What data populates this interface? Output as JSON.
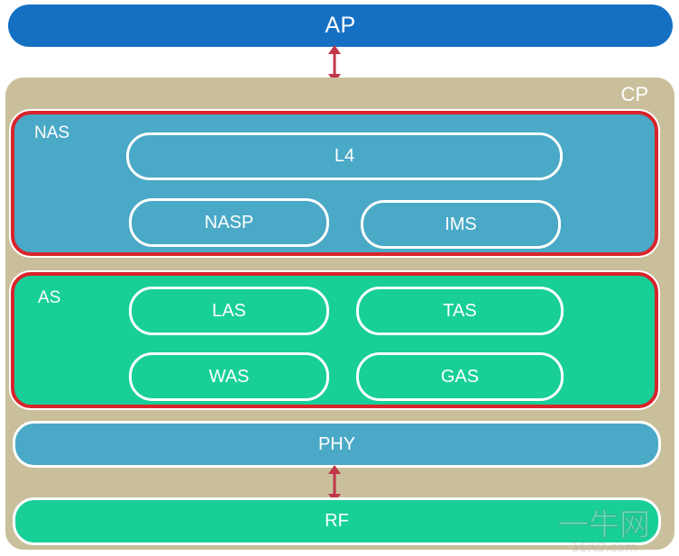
{
  "ap": {
    "label": "AP"
  },
  "cp": {
    "label": "CP"
  },
  "nas": {
    "label": "NAS",
    "items": [
      "L4",
      "NASP",
      "IMS"
    ]
  },
  "as": {
    "label": "AS",
    "items": [
      "LAS",
      "TAS",
      "WAS",
      "GAS"
    ]
  },
  "phy": {
    "label": "PHY"
  },
  "rf": {
    "label": "RF"
  },
  "watermark": {
    "text": "一牛网",
    "subtext": "16RD.com"
  },
  "colors": {
    "ap_blue": "#1570c4",
    "cp_tan": "#c9bf9b",
    "nas_blue": "#4aa9c6",
    "as_green": "#17cf97",
    "group_border_red": "#d9242b",
    "arrow_red": "#c0354a"
  },
  "icons": [
    "double-arrow-icon"
  ]
}
